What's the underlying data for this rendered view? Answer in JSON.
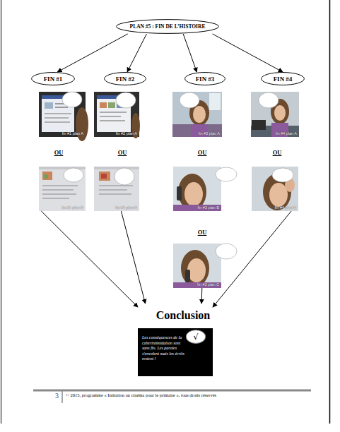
{
  "diagram": {
    "nodes": [
      {
        "text": [
          "PLAN #5 : FIN DE L’HISTOIRE"
        ]
      },
      {
        "text": [
          "FIN #1"
        ]
      },
      {
        "text": [
          "FIN #2"
        ]
      },
      {
        "text": [
          "FIN #3"
        ]
      },
      {
        "text": [
          "FIN #4"
        ]
      },
      {
        "text": [
          "fin #1 plan A"
        ]
      },
      {
        "text": [
          "fin #2 plan A"
        ]
      },
      {
        "text": [
          "fin #3 plan A"
        ]
      },
      {
        "text": [
          "fin #4 plan A"
        ]
      },
      {
        "text": [
          "fin #1 plan B"
        ]
      },
      {
        "text": [
          "fin #2 plan B"
        ]
      },
      {
        "text": [
          "fin #3 plan B"
        ]
      },
      {
        "text": [
          "fin #4 plan B"
        ]
      },
      {
        "text": [
          "fin #3 plan C"
        ]
      },
      {
        "text": [
          "Conclusion",
          "Les conséquences de la cyberintimidation sont sans fin. Les paroles s'envolent mais les écrits restent !"
        ]
      },
      {
        "text": [
          "√"
        ],
        "in": 14
      }
    ],
    "edges": [
      {
        "from": 0,
        "to": 1,
        "arrow": "to"
      },
      {
        "from": 0,
        "to": 2,
        "arrow": "to"
      },
      {
        "from": 0,
        "to": 3,
        "arrow": "to"
      },
      {
        "from": 0,
        "to": 4,
        "arrow": "to"
      },
      {
        "from": 9,
        "to": 14,
        "arrow": "to"
      },
      {
        "from": 10,
        "to": 14,
        "arrow": "to"
      },
      {
        "from": 13,
        "to": 14,
        "arrow": "to"
      },
      {
        "from": 12,
        "to": 14,
        "arrow": "to"
      }
    ],
    "labels": [
      "OU",
      "OU",
      "OU",
      "OU",
      "OU",
      "3",
      "© 2015, programme « Initiation au cinéma pour le primaire », tous droits réservés"
    ]
  }
}
